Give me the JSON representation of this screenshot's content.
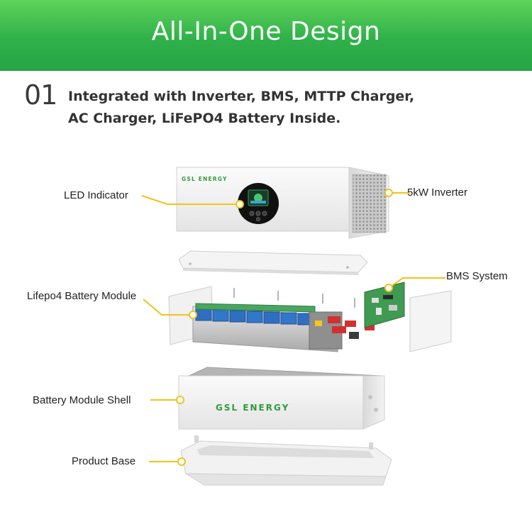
{
  "header": {
    "title": "All-In-One Design"
  },
  "feature": {
    "number": "01",
    "line1": "Integrated with Inverter, BMS, MTTP Charger,",
    "line2": "AC Charger, LiFePO4 Battery Inside."
  },
  "brand": {
    "inverter_logo": "GSL ENERGY",
    "shell_logo": "GSL ENERGY"
  },
  "callouts": {
    "led_indicator": "LED Indicator",
    "inverter": "5kW Inverter",
    "bms": "BMS System",
    "battery_module": "Lifepo4 Battery Module",
    "shell": "Battery Module Shell",
    "base": "Product Base"
  },
  "colors": {
    "banner_green": "#2fb14a",
    "callout_yellow": "#f3c21a",
    "brand_green": "#2f9a3c",
    "cell_blue": "#2f6fc1",
    "pcb_green": "#3f9a52"
  }
}
